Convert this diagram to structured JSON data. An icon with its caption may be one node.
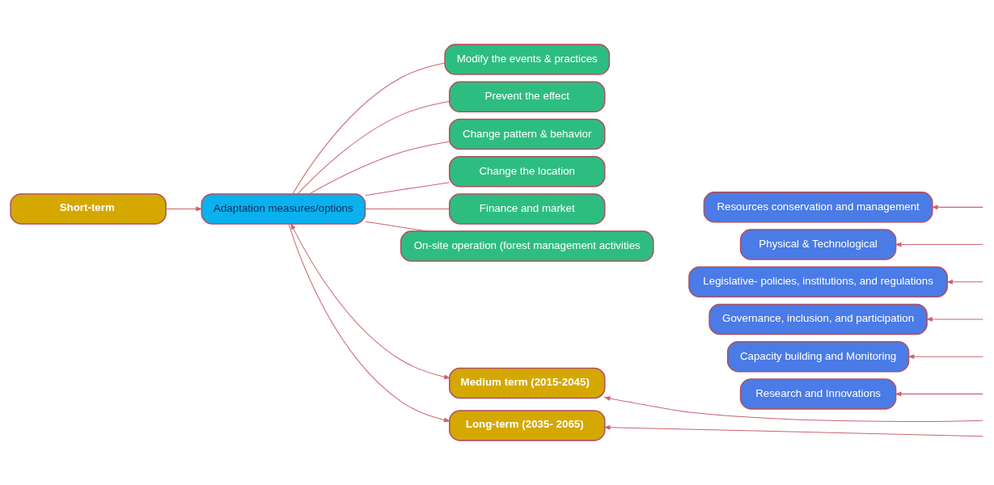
{
  "diagram": {
    "nodes": [
      {
        "text": [
          "Short-term"
        ]
      },
      {
        "text": [
          "Adaptation measures/options"
        ]
      },
      {
        "text": [
          "Modify the events & practices"
        ]
      },
      {
        "text": [
          "Prevent the effect"
        ]
      },
      {
        "text": [
          "Change pattern & behavior"
        ]
      },
      {
        "text": [
          "Change the location"
        ]
      },
      {
        "text": [
          "Finance and market"
        ]
      },
      {
        "text": [
          "On-site operation (forest management activities"
        ]
      },
      {
        "text": [
          "Resources conservation and management"
        ]
      },
      {
        "text": [
          "Physical & Technological"
        ]
      },
      {
        "text": [
          "Legislative- policies, institutions, and regulations"
        ]
      },
      {
        "text": [
          "Governance, inclusion, and participation"
        ]
      },
      {
        "text": [
          "Capacity building and Monitoring"
        ]
      },
      {
        "text": [
          "Research and Innovations"
        ]
      },
      {
        "text": [
          "Medium term (2015-2045)"
        ]
      },
      {
        "text": [
          "Long-term (2035- 2065)"
        ]
      }
    ],
    "edges": [
      {
        "from": 0,
        "to": 1,
        "arrow": "to"
      },
      {
        "from": 1,
        "to": 2,
        "arrow": "none"
      },
      {
        "from": 1,
        "to": 3,
        "arrow": "none"
      },
      {
        "from": 1,
        "to": 4,
        "arrow": "none"
      },
      {
        "from": 1,
        "to": 5,
        "arrow": "none"
      },
      {
        "from": 1,
        "to": 6,
        "arrow": "none"
      },
      {
        "from": 1,
        "to": 7,
        "arrow": "none"
      },
      {
        "from": 1,
        "to": 14,
        "arrow": "both"
      },
      {
        "from": 1,
        "to": 15,
        "arrow": "to"
      },
      {
        "from": null,
        "to": 8,
        "arrow": "to"
      },
      {
        "from": null,
        "to": 9,
        "arrow": "to"
      },
      {
        "from": null,
        "to": 10,
        "arrow": "to"
      },
      {
        "from": null,
        "to": 11,
        "arrow": "to"
      },
      {
        "from": null,
        "to": 12,
        "arrow": "to"
      },
      {
        "from": null,
        "to": 13,
        "arrow": "to"
      },
      {
        "from": null,
        "to": 14,
        "arrow": "to"
      },
      {
        "from": null,
        "to": 15,
        "arrow": "to"
      }
    ]
  }
}
